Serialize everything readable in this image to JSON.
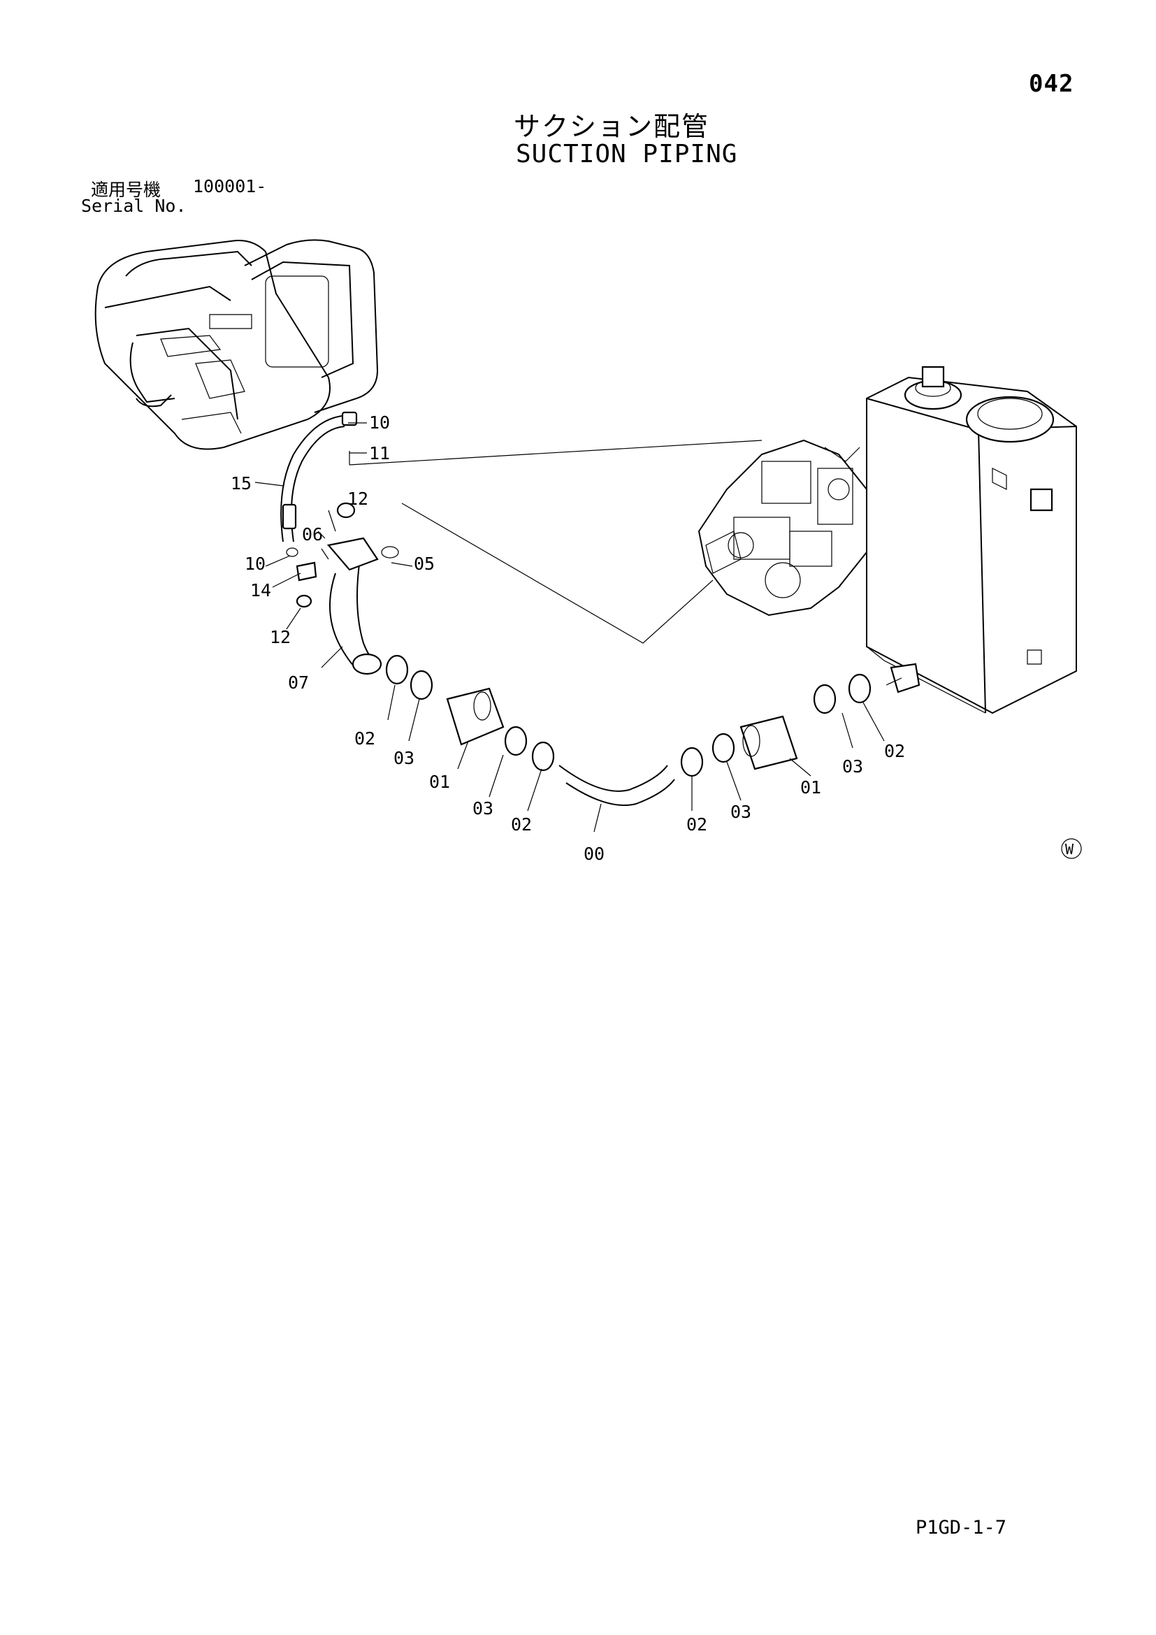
{
  "page_number": "042",
  "title_ja": "サクション配管",
  "title_en": "SUCTION PIPING",
  "serial": {
    "label_ja": "適用号機",
    "value": "100001-",
    "label_en": "Serial No."
  },
  "callouts": {
    "c10a": "10",
    "c11": "11",
    "c15": "15",
    "c12a": "12",
    "c06": "06",
    "c05": "05",
    "c10b": "10",
    "c14": "14",
    "c12b": "12",
    "c07": "07",
    "c02a": "02",
    "c03a": "03",
    "c01a": "01",
    "c03b": "03",
    "c02b": "02",
    "c00": "00",
    "c02c": "02",
    "c03c": "03",
    "c01b": "01",
    "c03d": "03",
    "c02d": "02"
  },
  "w_mark": "W",
  "doc_code": "P1GD-1-7"
}
